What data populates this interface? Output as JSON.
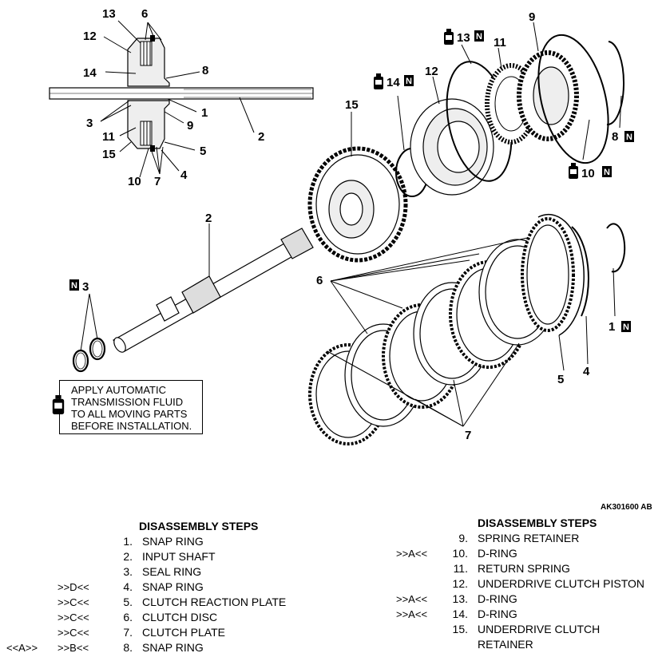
{
  "figure_id": "AK301600 AB",
  "callouts": {
    "sec_13": "13",
    "sec_6": "6",
    "sec_12": "12",
    "sec_14": "14",
    "sec_8": "8",
    "sec_1": "1",
    "sec_2": "2",
    "sec_3": "3",
    "sec_9": "9",
    "sec_11": "11",
    "sec_15": "15",
    "sec_5": "5",
    "sec_10": "10",
    "sec_7": "7",
    "sec_4": "4",
    "ex_9": "9",
    "ex_13": "13",
    "ex_11": "11",
    "ex_12": "12",
    "ex_14": "14",
    "ex_15": "15",
    "ex_8": "8",
    "ex_10": "10",
    "ex_2": "2",
    "ex_3": "3",
    "ex_6": "6",
    "ex_1": "1",
    "ex_5": "5",
    "ex_4": "4",
    "ex_7": "7"
  },
  "n_mark": "N",
  "note": "APPLY AUTOMATIC\nTRANSMISSION FLUID\nTO ALL MOVING PARTS\nBEFORE INSTALLATION.",
  "steps_left": {
    "heading": "DISASSEMBLY STEPS",
    "items": [
      {
        "m1": "",
        "m2": "",
        "num": "1.",
        "label": "SNAP RING"
      },
      {
        "m1": "",
        "m2": "",
        "num": "2.",
        "label": "INPUT SHAFT"
      },
      {
        "m1": "",
        "m2": "",
        "num": "3.",
        "label": "SEAL RING"
      },
      {
        "m1": "",
        "m2": ">>D<<",
        "num": "4.",
        "label": "SNAP RING"
      },
      {
        "m1": "",
        "m2": ">>C<<",
        "num": "5.",
        "label": "CLUTCH REACTION PLATE"
      },
      {
        "m1": "",
        "m2": ">>C<<",
        "num": "6.",
        "label": "CLUTCH DISC"
      },
      {
        "m1": "",
        "m2": ">>C<<",
        "num": "7.",
        "label": "CLUTCH PLATE"
      },
      {
        "m1": "<<A>>",
        "m2": ">>B<<",
        "num": "8.",
        "label": "SNAP RING"
      }
    ]
  },
  "steps_right": {
    "heading": "DISASSEMBLY STEPS",
    "items": [
      {
        "m1": "",
        "num": "9.",
        "label": "SPRING RETAINER"
      },
      {
        "m1": ">>A<<",
        "num": "10.",
        "label": "D-RING"
      },
      {
        "m1": "",
        "num": "11.",
        "label": "RETURN SPRING"
      },
      {
        "m1": "",
        "num": "12.",
        "label": "UNDERDRIVE CLUTCH PISTON"
      },
      {
        "m1": ">>A<<",
        "num": "13.",
        "label": "D-RING"
      },
      {
        "m1": ">>A<<",
        "num": "14.",
        "label": "D-RING"
      },
      {
        "m1": "",
        "num": "15.",
        "label": "UNDERDRIVE CLUTCH",
        "label2": "RETAINER"
      }
    ]
  }
}
